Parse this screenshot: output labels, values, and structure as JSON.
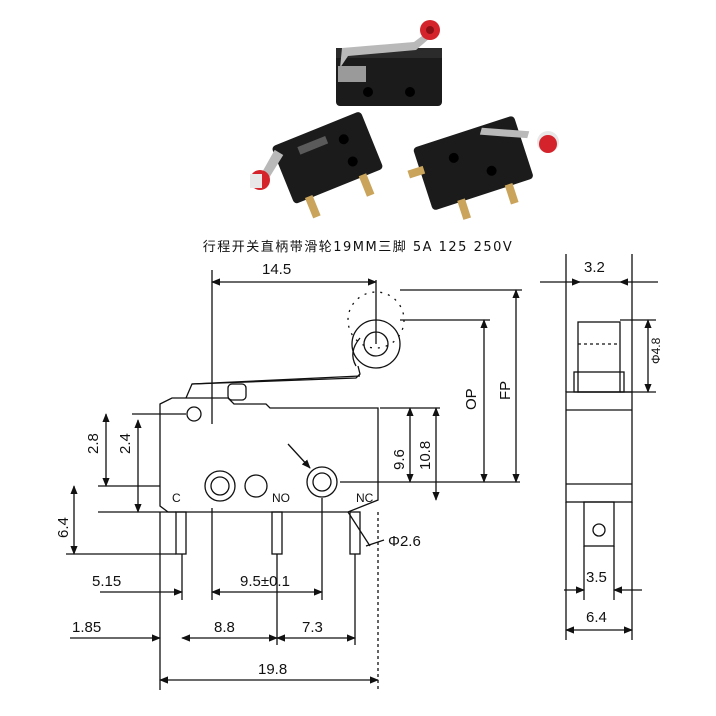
{
  "caption": "行程开关直柄带滑轮19MM三脚 5A 125 250V",
  "dimensions": {
    "overall_length": "19.8",
    "roller_offset": "14.5",
    "pin_c_offset": "5.15",
    "pin_spacing_no": "9.5±0.1",
    "pin_c_edge": "1.85",
    "c_to_no": "8.8",
    "no_to_nc": "7.3",
    "body_height": "6.4",
    "height_2_8": "2.8",
    "height_2_4": "2.4",
    "hole_center_9_6": "9.6",
    "hole_center_10_8": "10.8",
    "op": "OP",
    "fp": "FP",
    "hole_diameter": "Φ2.6",
    "side_width": "3.2",
    "roller_diameter": "Φ4.8",
    "terminal_width": "3.5",
    "side_body_width": "6.4"
  },
  "terminals": {
    "c": "C",
    "no": "NO",
    "nc": "NC"
  },
  "colors": {
    "roller": "#d4232b",
    "body": "#1b1b1b",
    "lever": "#b9b9b9",
    "line": "#111111"
  }
}
